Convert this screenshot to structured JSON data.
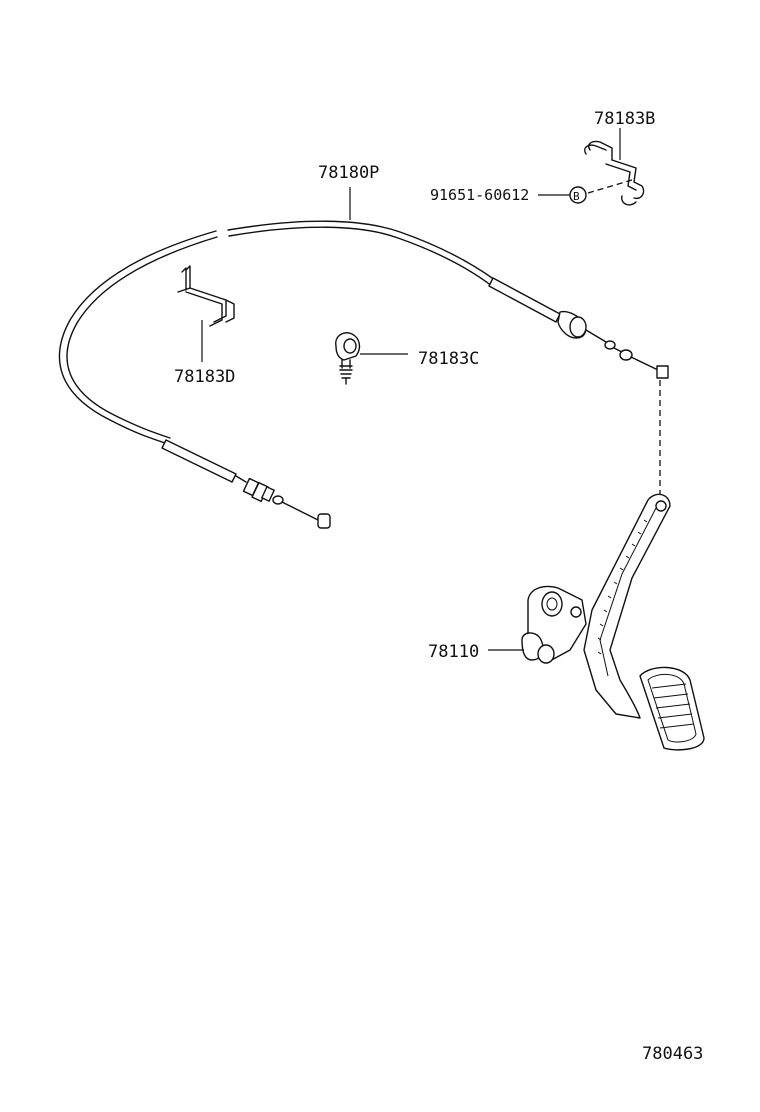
{
  "parts": {
    "cable": "78180P",
    "bracket_b": "78183B",
    "bolt": "91651-60612",
    "bolt_marker": "B",
    "clamp_c": "78183C",
    "bracket_d": "78183D",
    "pedal": "78110"
  },
  "diagram_number": "780463"
}
